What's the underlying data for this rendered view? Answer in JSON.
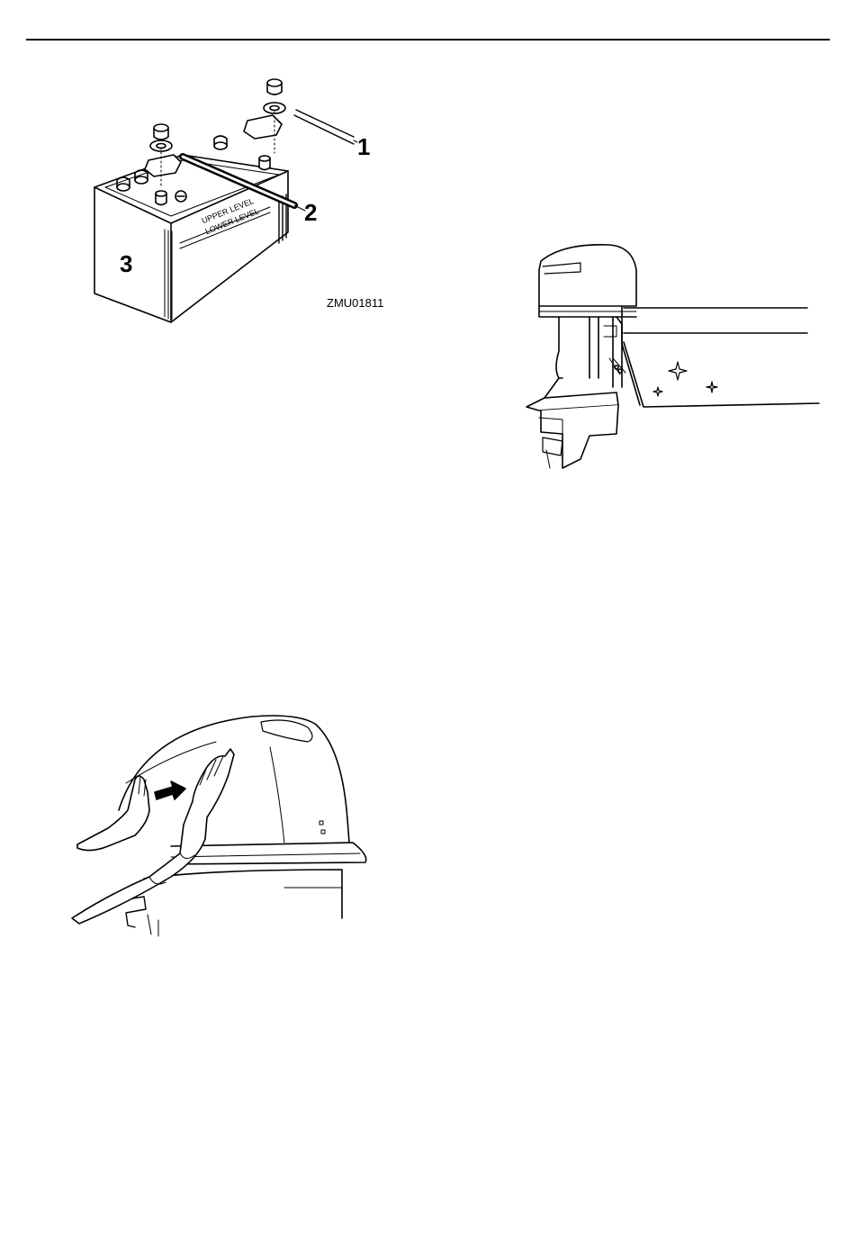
{
  "battery_figure": {
    "callouts": [
      "1",
      "2",
      "3"
    ],
    "battery_marks": {
      "upper": "UPPER LEVEL",
      "lower": "LOWER LEVEL"
    },
    "figure_code": "ZMU01811"
  },
  "colors": {
    "ink": "#000000",
    "paper": "#ffffff"
  }
}
